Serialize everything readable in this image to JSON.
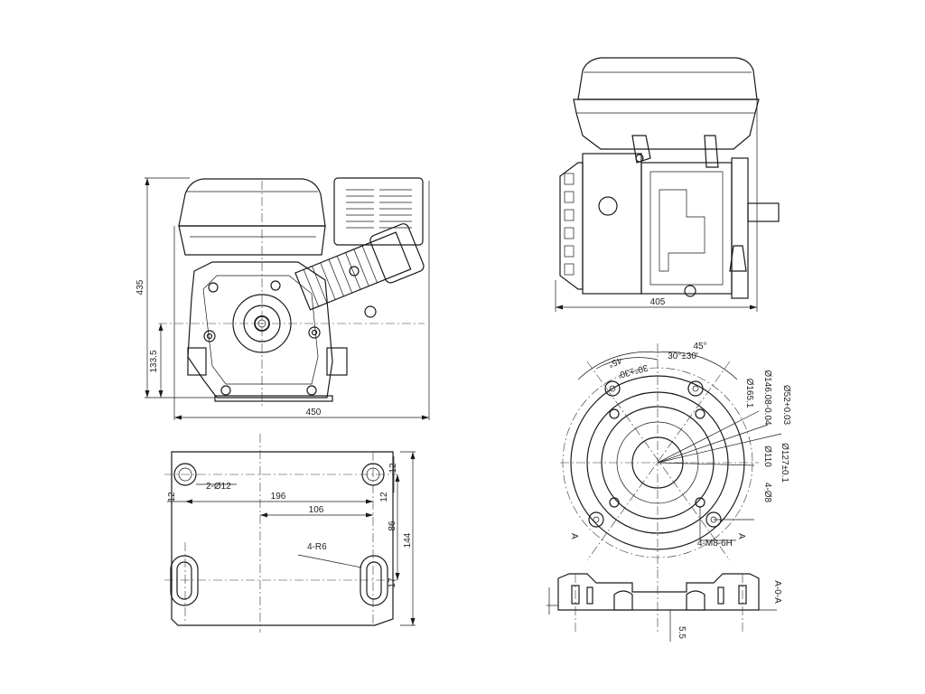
{
  "front_view": {
    "height": "435",
    "shaft_height": "133.5",
    "width": "450"
  },
  "side_view": {
    "length": "405"
  },
  "base_plan": {
    "hole_dia": "2-Ø12",
    "edge_x": "12",
    "edge_y": "12",
    "right_edge": "12",
    "hole_span": "196",
    "slot_offset": "106",
    "slot_radius": "4-R6",
    "slot_span": "86",
    "overall_depth": "144",
    "slot_length": "17"
  },
  "flange": {
    "angle_left": "45°",
    "angle_right": "45°",
    "tol_angle_a": "30°±30'",
    "tol_angle_b": "30°±30'",
    "pcd_outer": "Ø165.1",
    "pcd_mid": "Ø146.08-0.04",
    "pilot": "Ø52+0.03",
    "bolt_circle": "Ø127±0.1",
    "bore": "Ø110",
    "holes": "4-Ø8",
    "thread": "4-M8-6H",
    "datum_left": "A",
    "datum_right": "A"
  },
  "section": {
    "depth": "5.5",
    "tolerance": "A-0-A"
  }
}
